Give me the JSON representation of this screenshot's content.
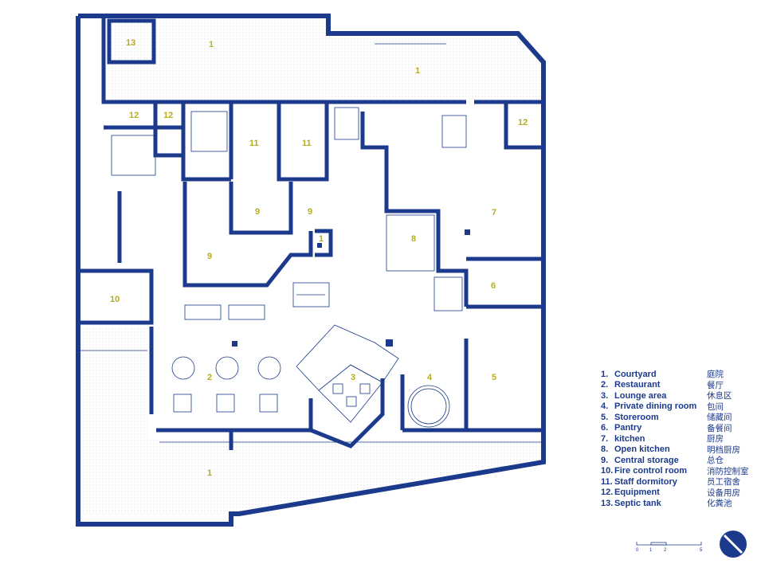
{
  "rooms": [
    {
      "id": "courtyard-top-left",
      "label": "1"
    },
    {
      "id": "courtyard-top-right",
      "label": "1"
    },
    {
      "id": "courtyard-bottom",
      "label": "1"
    },
    {
      "id": "central-storage-small",
      "label": "1"
    },
    {
      "id": "restaurant",
      "label": "2"
    },
    {
      "id": "lounge",
      "label": "3"
    },
    {
      "id": "private-dining",
      "label": "4"
    },
    {
      "id": "storeroom",
      "label": "5"
    },
    {
      "id": "pantry",
      "label": "6"
    },
    {
      "id": "kitchen",
      "label": "7"
    },
    {
      "id": "open-kitchen",
      "label": "8"
    },
    {
      "id": "central-storage-a",
      "label": "9"
    },
    {
      "id": "central-storage-b",
      "label": "9"
    },
    {
      "id": "central-storage-c",
      "label": "9"
    },
    {
      "id": "fire-control",
      "label": "10"
    },
    {
      "id": "dormitory-a",
      "label": "11"
    },
    {
      "id": "dormitory-b",
      "label": "11"
    },
    {
      "id": "equipment-a",
      "label": "12"
    },
    {
      "id": "equipment-b",
      "label": "12"
    },
    {
      "id": "equipment-c",
      "label": "12"
    },
    {
      "id": "septic",
      "label": "13"
    }
  ],
  "legend": [
    {
      "num": "1.",
      "en": "Courtyard",
      "cn": "庭院"
    },
    {
      "num": "2.",
      "en": "Restaurant",
      "cn": "餐厅"
    },
    {
      "num": "3.",
      "en": "Lounge area",
      "cn": "休息区"
    },
    {
      "num": "4.",
      "en": "Private dining room",
      "cn": "包间"
    },
    {
      "num": "5.",
      "en": "Storeroom",
      "cn": "储藏间"
    },
    {
      "num": "6.",
      "en": "Pantry",
      "cn": "备餐间"
    },
    {
      "num": "7.",
      "en": "kitchen",
      "cn": "厨房"
    },
    {
      "num": "8.",
      "en": "Open kitchen",
      "cn": "明档厨房"
    },
    {
      "num": "9.",
      "en": "Central storage",
      "cn": "总仓"
    },
    {
      "num": "10.",
      "en": "Fire control room",
      "cn": "消防控制室"
    },
    {
      "num": "11.",
      "en": "Staff dormitory",
      "cn": "员工宿舍"
    },
    {
      "num": "12.",
      "en": "Equipment",
      "cn": "设备用房"
    },
    {
      "num": "13.",
      "en": "Septic tank",
      "cn": "化粪池"
    }
  ],
  "scale": {
    "ticks": [
      "0",
      "1",
      "2",
      "5"
    ]
  },
  "colors": {
    "wall": "#1c3a8c",
    "label": "#b5ad1a",
    "hatch": "#c9ccd6"
  }
}
